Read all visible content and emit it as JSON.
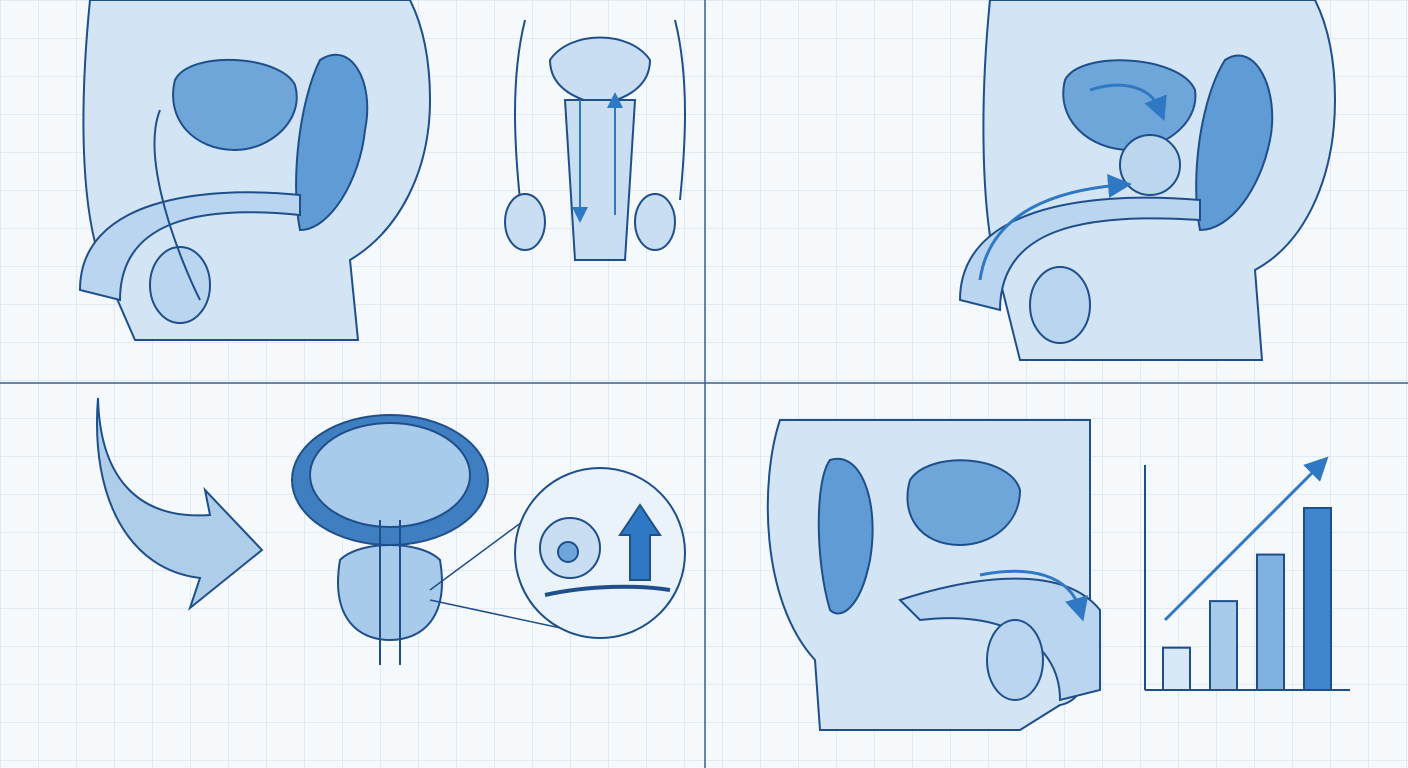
{
  "colors": {
    "background": "#f6f9fc",
    "grid": "#cddceb",
    "divider": "#3a5f8f",
    "outline": "#1f4f8a",
    "fill_light": "#c9def2",
    "fill_mid": "#8fbbe3",
    "fill_dark": "#4f8fcf",
    "arrow": "#2f79c4"
  },
  "panels": [
    {
      "id": "top-left",
      "content": "sagittal-anatomy-and-front-view"
    },
    {
      "id": "top-right",
      "content": "sagittal-anatomy-with-flow-arrows"
    },
    {
      "id": "bottom-left",
      "content": "curved-arrow-to-bladder-prostate-with-magnified-cell"
    },
    {
      "id": "bottom-right",
      "content": "sagittal-anatomy-with-rising-bar-chart"
    }
  ],
  "bar_chart": {
    "type": "bar",
    "relative_values": [
      1,
      2.1,
      3.2,
      4.3
    ],
    "trend": "increasing",
    "trend_arrow": true
  },
  "icons": [
    "curved-arrow-icon",
    "up-arrow-icon",
    "trend-arrow-icon"
  ]
}
